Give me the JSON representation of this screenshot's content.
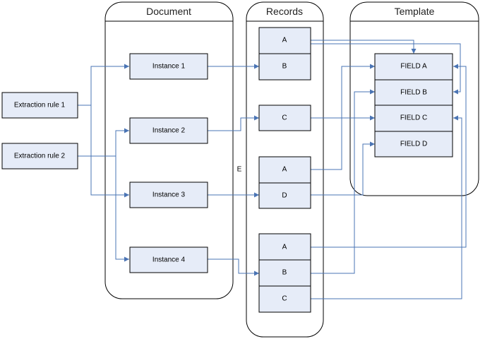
{
  "lanes": {
    "document": "Document",
    "records": "Records",
    "template": "Template"
  },
  "rules": [
    "Extraction rule 1",
    "Extraction rule 2"
  ],
  "instances": [
    "Instance 1",
    "Instance 2",
    "Instance 3",
    "Instance 4"
  ],
  "records": {
    "group1": [
      "A",
      "B"
    ],
    "group2": [
      "C"
    ],
    "group3": [
      "A",
      "D"
    ],
    "group4": [
      "A",
      "B",
      "C"
    ],
    "floating_label": "E"
  },
  "fields": [
    "FIELD A",
    "FIELD B",
    "FIELD C",
    "FIELD D"
  ],
  "colors": {
    "box_fill": "#e6ecf8",
    "connector": "#4a74b4",
    "outline": "#000000"
  }
}
